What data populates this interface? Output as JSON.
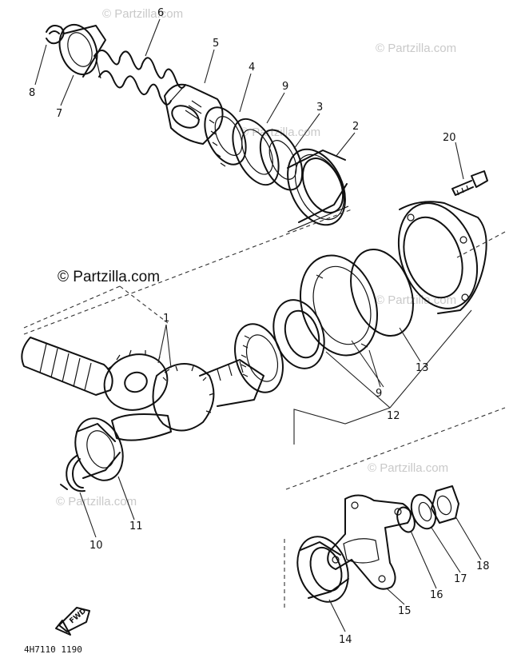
{
  "watermark": {
    "text": "© Partzilla.com",
    "main_text": "© Partzilla.com"
  },
  "callouts": [
    {
      "id": "1",
      "label": "1"
    },
    {
      "id": "2",
      "label": "2"
    },
    {
      "id": "3",
      "label": "3"
    },
    {
      "id": "4",
      "label": "4"
    },
    {
      "id": "5",
      "label": "5"
    },
    {
      "id": "6",
      "label": "6"
    },
    {
      "id": "7",
      "label": "7"
    },
    {
      "id": "8",
      "label": "8"
    },
    {
      "id": "9a",
      "label": "9"
    },
    {
      "id": "9b",
      "label": "9"
    },
    {
      "id": "10",
      "label": "10"
    },
    {
      "id": "11",
      "label": "11"
    },
    {
      "id": "12",
      "label": "12"
    },
    {
      "id": "13",
      "label": "13"
    },
    {
      "id": "14",
      "label": "14"
    },
    {
      "id": "15",
      "label": "15"
    },
    {
      "id": "16",
      "label": "16"
    },
    {
      "id": "17",
      "label": "17"
    },
    {
      "id": "18",
      "label": "18"
    },
    {
      "id": "20",
      "label": "20"
    }
  ],
  "fwd_arrow": {
    "label": "FWD"
  },
  "diagram_code": "4H7110 1190"
}
